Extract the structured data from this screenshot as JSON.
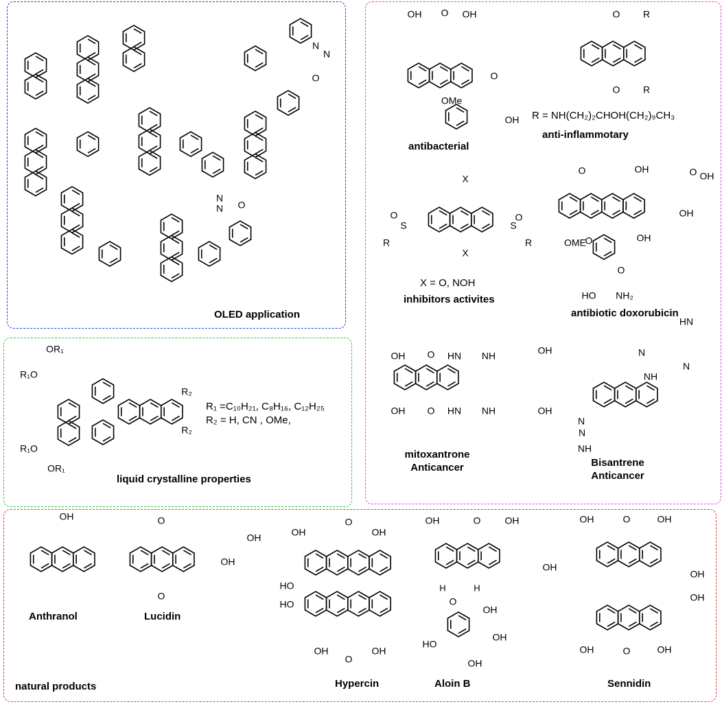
{
  "panels": {
    "oled": {
      "label": "OLED application"
    },
    "liquid_crystal": {
      "label": "liquid crystalline properties"
    },
    "medicinal": {
      "label": ""
    },
    "natural": {
      "label": "natural products"
    }
  },
  "liquid_crystal": {
    "r1_line": "R₁ =C₁₀H₂₁, C₈H₁₆, C₁₂H₂₅",
    "r2_line": "R₂ = H, CN , OMe,"
  },
  "medicinal": {
    "antibacterial": "antibacterial",
    "anti_inflammatory": "anti-inflammotary",
    "anti_inflammatory_r": "R = NH(CH₂)₂CHOH(CH₂)₉CH₃",
    "inhibitors": "inhibitors activites",
    "inhibitors_x": "X = O, NOH",
    "doxorubicin": "antibiotic doxorubicin",
    "mitoxantrone": "mitoxantrone",
    "mitoxantrone_sub": "Anticancer",
    "bisantrene": "Bisantrene",
    "bisantrene_sub": "Anticancer"
  },
  "natural": {
    "anthranol": "Anthranol",
    "lucidin": "Lucidin",
    "hypercin": "Hypercin",
    "aloin": "Aloin B",
    "sennidin": "Sennidin"
  },
  "atoms": {
    "oh": "OH",
    "o": "O",
    "n": "N",
    "x": "X",
    "s": "S",
    "r": "R",
    "ome": "OMe",
    "omeu": "OME",
    "nh": "NH",
    "hn": "HN",
    "nh2": "NH₂",
    "ho": "HO",
    "or1": "OR₁",
    "r1o": "R₁O",
    "r2": "R₂",
    "h": "H"
  },
  "colors": {
    "oled_border": "#1f3fd0",
    "lc_border": "#27c63a",
    "medicinal_border": "#e23fd6",
    "natural_border": "#e5333a"
  }
}
